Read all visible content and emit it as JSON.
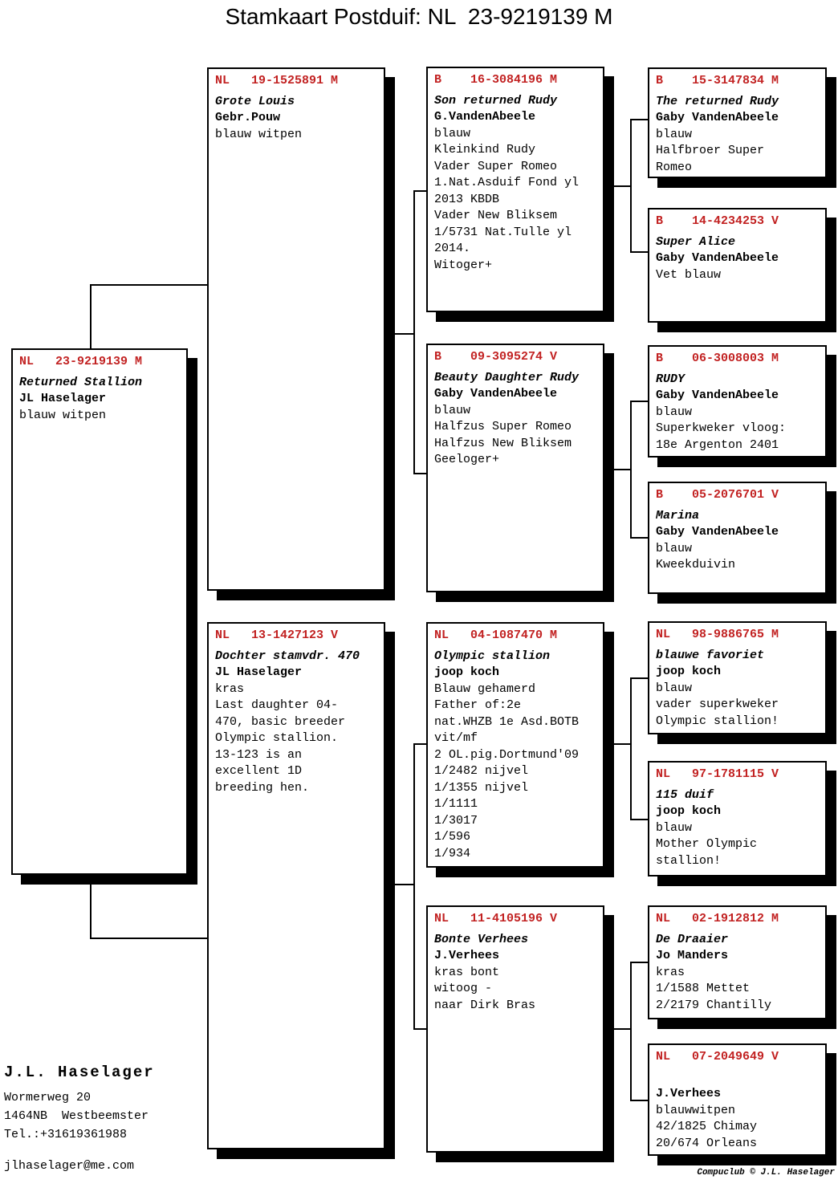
{
  "title": "Stamkaart Postduif: NL  23-9219139 M",
  "colors": {
    "ring_red": "#c22222"
  },
  "boxes": {
    "subject": {
      "lines": [
        {
          "s": "ring",
          "t": "NL   23-9219139 M"
        },
        {
          "s": "name",
          "t": "Returned Stallion"
        },
        {
          "s": "owner",
          "t": "JL Haselager"
        },
        {
          "s": "plain",
          "t": "blauw witpen"
        }
      ]
    },
    "father": {
      "lines": [
        {
          "s": "ring",
          "t": "NL   19-1525891 M"
        },
        {
          "s": "name",
          "t": "Grote Louis"
        },
        {
          "s": "owner",
          "t": "Gebr.Pouw"
        },
        {
          "s": "plain",
          "t": "blauw witpen"
        }
      ]
    },
    "mother": {
      "lines": [
        {
          "s": "ring",
          "t": "NL   13-1427123 V"
        },
        {
          "s": "name",
          "t": "Dochter stamvdr. 470"
        },
        {
          "s": "owner",
          "t": "JL Haselager"
        },
        {
          "s": "plain",
          "t": "kras"
        },
        {
          "s": "plain",
          "t": "Last daughter 04-"
        },
        {
          "s": "plain",
          "t": "470, basic breeder"
        },
        {
          "s": "plain",
          "t": "Olympic stallion."
        },
        {
          "s": "plain",
          "t": "13-123 is an"
        },
        {
          "s": "plain",
          "t": "excellent 1D"
        },
        {
          "s": "plain",
          "t": "breeding hen."
        }
      ]
    },
    "b16": {
      "lines": [
        {
          "s": "ring",
          "t": "B    16-3084196 M"
        },
        {
          "s": "name",
          "t": "Son returned Rudy"
        },
        {
          "s": "owner",
          "t": "G.VandenAbeele"
        },
        {
          "s": "plain",
          "t": "blauw"
        },
        {
          "s": "plain",
          "t": "Kleinkind Rudy"
        },
        {
          "s": "plain",
          "t": "Vader Super Romeo"
        },
        {
          "s": "plain",
          "t": "1.Nat.Asduif Fond yl"
        },
        {
          "s": "plain",
          "t": "2013 KBDB"
        },
        {
          "s": "plain",
          "t": "Vader New Bliksem"
        },
        {
          "s": "plain",
          "t": "1/5731 Nat.Tulle yl"
        },
        {
          "s": "plain",
          "t": "2014."
        },
        {
          "s": "plain",
          "t": "Witoger+"
        }
      ]
    },
    "b09": {
      "lines": [
        {
          "s": "ring",
          "t": "B    09-3095274 V"
        },
        {
          "s": "name",
          "t": "Beauty Daughter Rudy"
        },
        {
          "s": "owner",
          "t": "Gaby VandenAbeele"
        },
        {
          "s": "plain",
          "t": "blauw"
        },
        {
          "s": "plain",
          "t": "Halfzus Super Romeo"
        },
        {
          "s": "plain",
          "t": "Halfzus New Bliksem"
        },
        {
          "s": "plain",
          "t": "Geeloger+"
        }
      ]
    },
    "nl04": {
      "lines": [
        {
          "s": "ring",
          "t": "NL   04-1087470 M"
        },
        {
          "s": "name",
          "t": "Olympic stallion"
        },
        {
          "s": "owner",
          "t": "joop koch"
        },
        {
          "s": "plain",
          "t": "Blauw gehamerd"
        },
        {
          "s": "plain",
          "t": "Father of:2e"
        },
        {
          "s": "plain",
          "t": "nat.WHZB 1e Asd.BOTB"
        },
        {
          "s": "plain",
          "t": "vit/mf"
        },
        {
          "s": "plain",
          "t": "2 OL.pig.Dortmund'09"
        },
        {
          "s": "plain",
          "t": "1/2482 nijvel"
        },
        {
          "s": "plain",
          "t": "1/1355 nijvel"
        },
        {
          "s": "plain",
          "t": "1/1111"
        },
        {
          "s": "plain",
          "t": "1/3017"
        },
        {
          "s": "plain",
          "t": "1/596"
        },
        {
          "s": "plain",
          "t": "1/934"
        }
      ]
    },
    "nl11": {
      "lines": [
        {
          "s": "ring",
          "t": "NL   11-4105196 V"
        },
        {
          "s": "name",
          "t": "Bonte Verhees"
        },
        {
          "s": "owner",
          "t": "J.Verhees"
        },
        {
          "s": "plain",
          "t": "kras bont"
        },
        {
          "s": "plain",
          "t": "witoog -"
        },
        {
          "s": "plain",
          "t": "naar Dirk Bras"
        }
      ]
    },
    "b15": {
      "lines": [
        {
          "s": "ring",
          "t": "B    15-3147834 M"
        },
        {
          "s": "name",
          "t": "The returned Rudy"
        },
        {
          "s": "owner",
          "t": "Gaby VandenAbeele"
        },
        {
          "s": "plain",
          "t": "blauw"
        },
        {
          "s": "plain",
          "t": "Halfbroer Super"
        },
        {
          "s": "plain",
          "t": "Romeo"
        }
      ]
    },
    "b14": {
      "lines": [
        {
          "s": "ring",
          "t": "B    14-4234253 V"
        },
        {
          "s": "name",
          "t": "Super Alice"
        },
        {
          "s": "owner",
          "t": "Gaby VandenAbeele"
        },
        {
          "s": "plain",
          "t": "Vet blauw"
        }
      ]
    },
    "b06": {
      "lines": [
        {
          "s": "ring",
          "t": "B    06-3008003 M"
        },
        {
          "s": "name",
          "t": "RUDY"
        },
        {
          "s": "owner",
          "t": "Gaby VandenAbeele"
        },
        {
          "s": "plain",
          "t": "blauw"
        },
        {
          "s": "plain",
          "t": "Superkweker vloog:"
        },
        {
          "s": "plain",
          "t": "18e Argenton 2401"
        }
      ]
    },
    "b05": {
      "lines": [
        {
          "s": "ring",
          "t": "B    05-2076701 V"
        },
        {
          "s": "name",
          "t": "Marina"
        },
        {
          "s": "owner",
          "t": "Gaby VandenAbeele"
        },
        {
          "s": "plain",
          "t": "blauw"
        },
        {
          "s": "plain",
          "t": "Kweekduivin"
        }
      ]
    },
    "nl98": {
      "lines": [
        {
          "s": "ring",
          "t": "NL   98-9886765 M"
        },
        {
          "s": "name",
          "t": "blauwe favoriet"
        },
        {
          "s": "owner",
          "t": "joop koch"
        },
        {
          "s": "plain",
          "t": "blauw"
        },
        {
          "s": "plain",
          "t": "vader superkweker"
        },
        {
          "s": "plain",
          "t": "Olympic stallion!"
        }
      ]
    },
    "nl97": {
      "lines": [
        {
          "s": "ring",
          "t": "NL   97-1781115 V"
        },
        {
          "s": "name",
          "t": "115 duif"
        },
        {
          "s": "owner",
          "t": "joop koch"
        },
        {
          "s": "plain",
          "t": "blauw"
        },
        {
          "s": "plain",
          "t": "Mother Olympic"
        },
        {
          "s": "plain",
          "t": "stallion!"
        }
      ]
    },
    "nl02": {
      "lines": [
        {
          "s": "ring",
          "t": "NL   02-1912812 M"
        },
        {
          "s": "name",
          "t": "De Draaier"
        },
        {
          "s": "owner",
          "t": "Jo Manders"
        },
        {
          "s": "plain",
          "t": "kras"
        },
        {
          "s": "plain",
          "t": "1/1588 Mettet"
        },
        {
          "s": "plain",
          "t": "2/2179 Chantilly"
        }
      ]
    },
    "nl07": {
      "lines": [
        {
          "s": "ring",
          "t": "NL   07-2049649 V"
        },
        {
          "s": "name",
          "t": ""
        },
        {
          "s": "owner",
          "t": "J.Verhees"
        },
        {
          "s": "plain",
          "t": "blauwwitpen"
        },
        {
          "s": "plain",
          "t": "42/1825 Chimay"
        },
        {
          "s": "plain",
          "t": "20/674 Orleans"
        }
      ]
    }
  },
  "contact": {
    "name": "J.L. Haselager",
    "address1": "Wormerweg 20",
    "address2": "1464NB  Westbeemster",
    "phone": "Tel.:+31619361988",
    "email": "jlhaselager@me.com"
  },
  "footer": "Compuclub © J.L. Haselager"
}
